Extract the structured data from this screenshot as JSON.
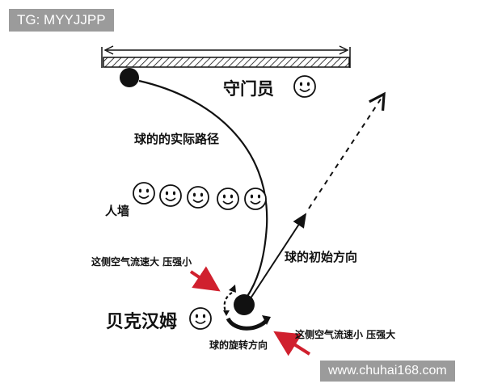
{
  "watermark_top": "TG: MYYJJPP",
  "watermark_bottom": "www.chuhai168.com",
  "labels": {
    "goalkeeper": "守门员",
    "actual_path": "球的的实际路径",
    "wall": "人墙",
    "initial_direction": "球的初始方向",
    "left_side": "这侧空气流速大 压强小",
    "right_side": "这侧空气流速小 压强大",
    "player": "贝克汉姆",
    "spin": "球的旋转方向"
  },
  "icons": [
    "smiley-icon",
    "football-icon",
    "spin-arrow-icon",
    "pressure-arrow-icon",
    "goal-icon"
  ],
  "colors": {
    "ink": "#111111",
    "pressure_arrow": "#d0202e",
    "watermark_bg": "#9b9b9b",
    "watermark_text": "#ffffff"
  }
}
